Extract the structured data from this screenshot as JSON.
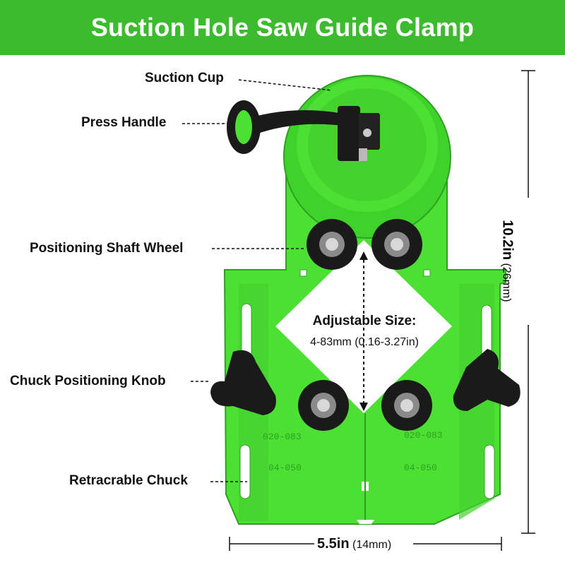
{
  "banner": {
    "title": "Suction Hole Saw Guide Clamp",
    "color": "#3dbb2f"
  },
  "product_color": "#4be032",
  "callouts": [
    {
      "label": "Suction Cup"
    },
    {
      "label": "Press Handle"
    },
    {
      "label": "Positioning Shaft Wheel"
    },
    {
      "label": "Chuck Positioning Knob"
    },
    {
      "label": "Retracrable Chuck"
    }
  ],
  "adjustable": {
    "title": "Adjustable Size:",
    "value": "4-83mm (0.16-3.27in)"
  },
  "height_dim": {
    "main": "10.2in",
    "sub": "(26mm)"
  },
  "width_dim": {
    "main": "5.5in",
    "sub": "(14mm)"
  },
  "scale_marks": {
    "left_top": "020-083",
    "right_top": "020-083",
    "left_bottom": "04-050",
    "right_bottom": "04-050"
  }
}
